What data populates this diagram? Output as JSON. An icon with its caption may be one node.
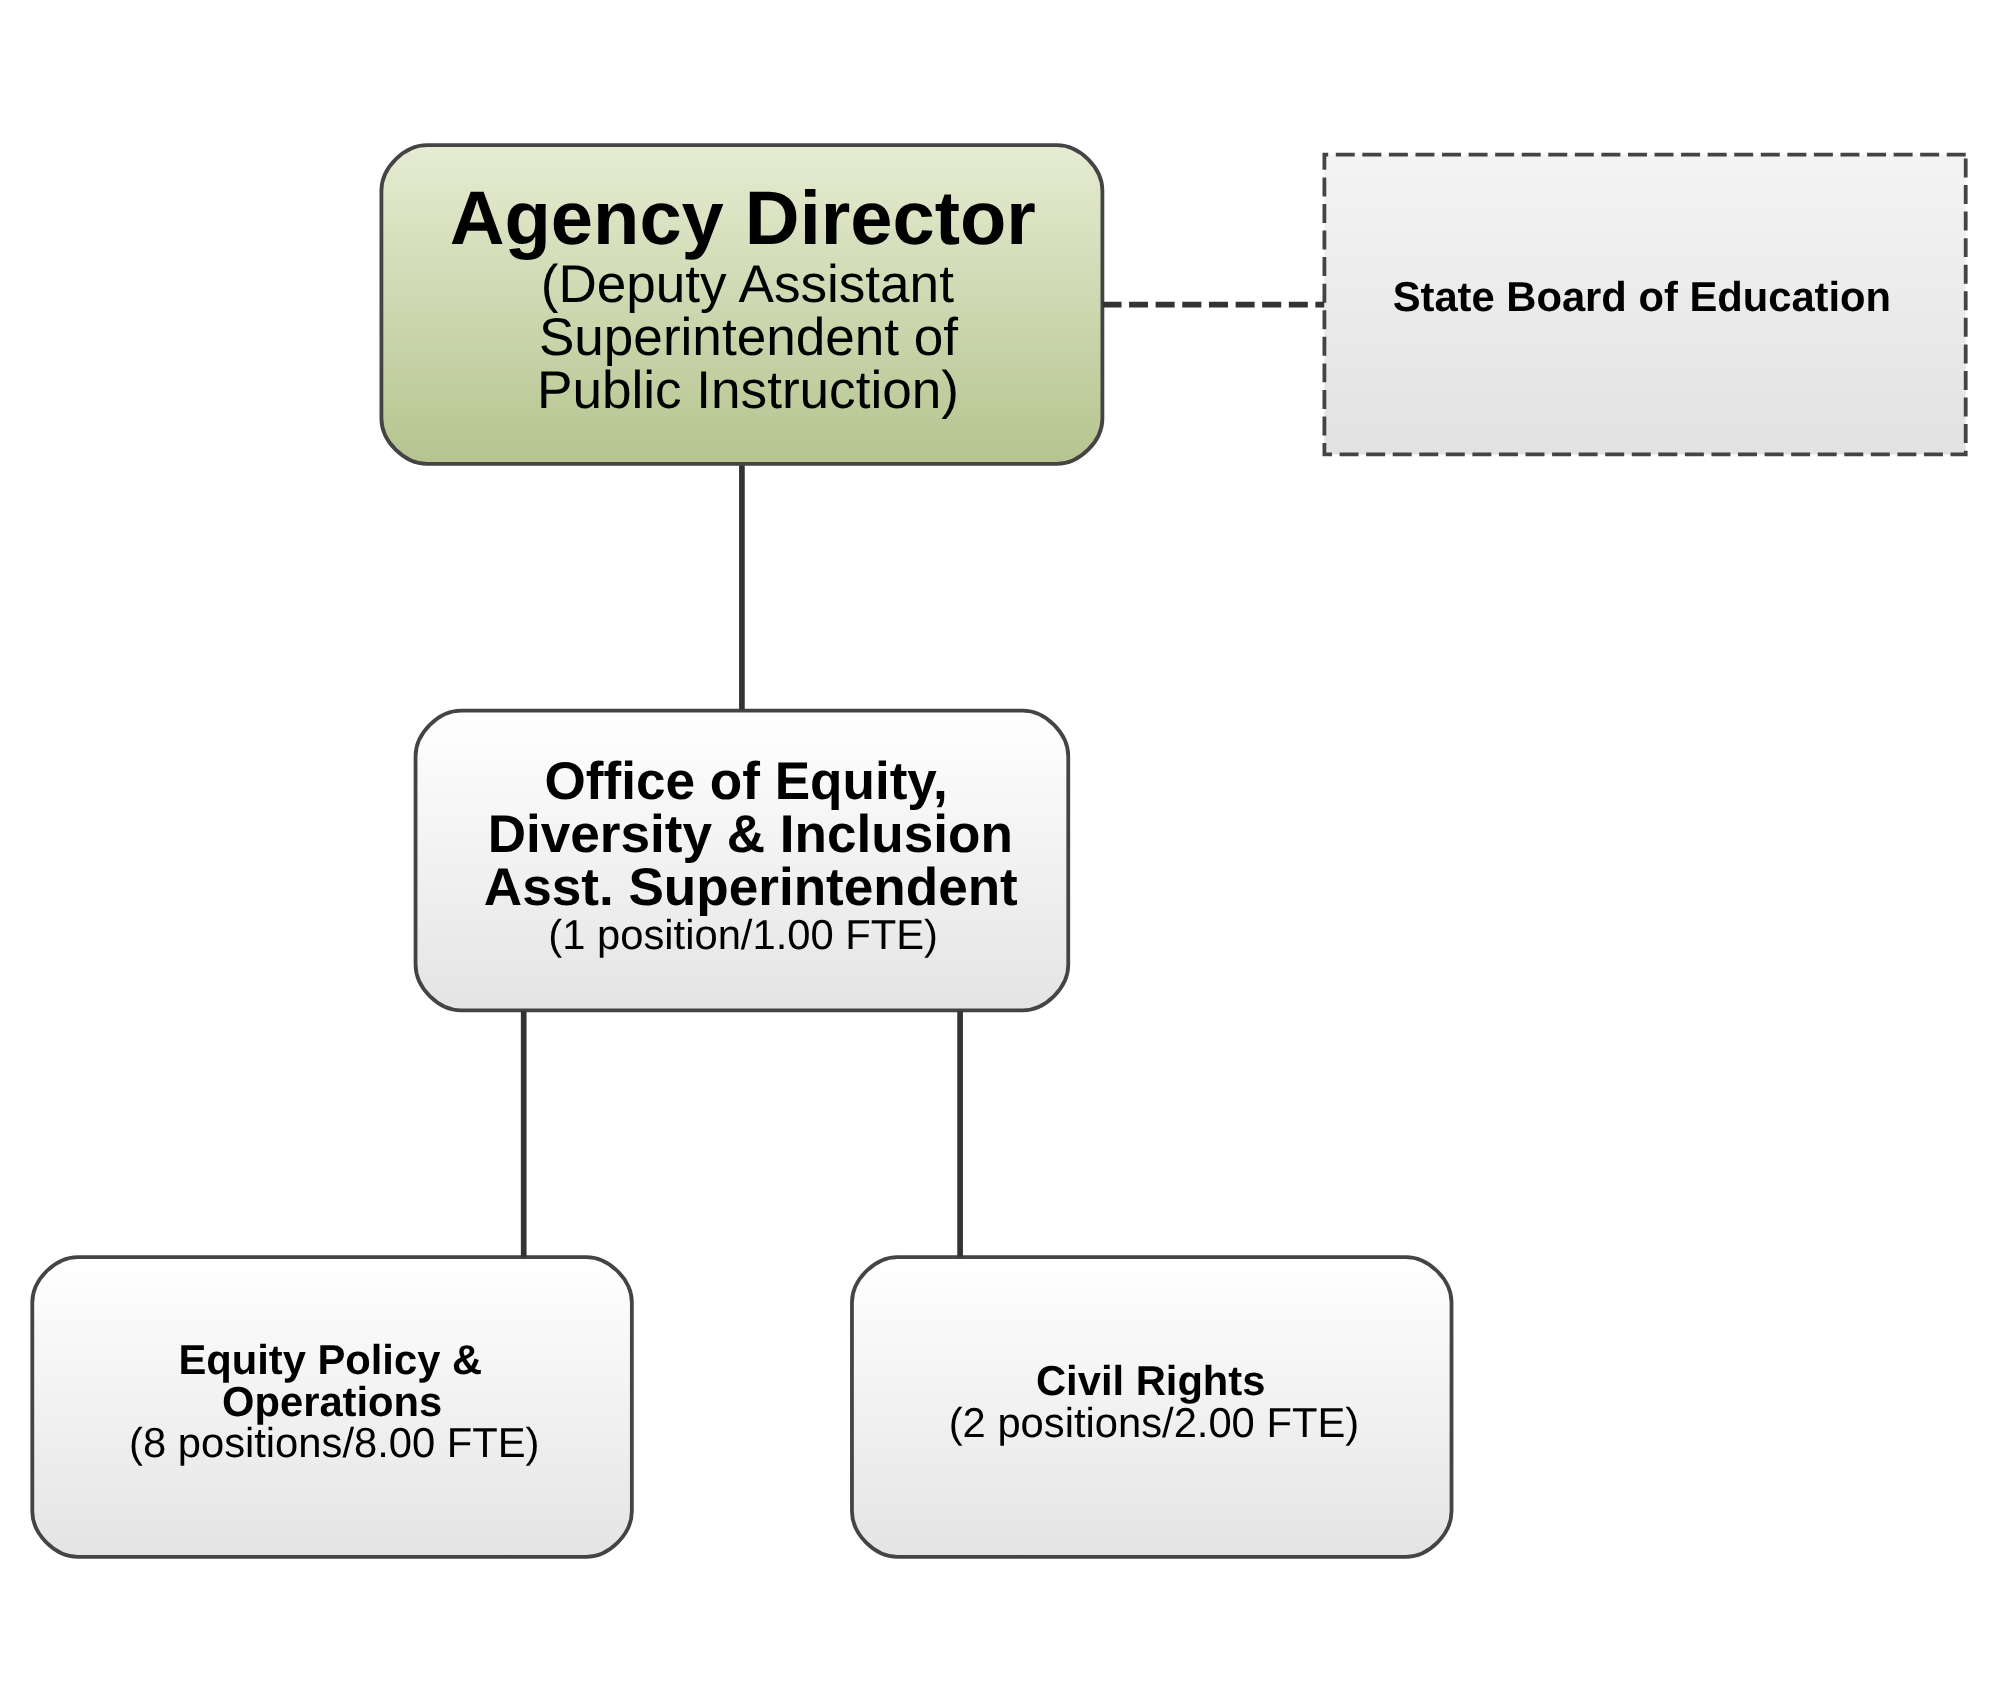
{
  "diagram": {
    "nodes": [
      {
        "text": [
          "Agency Director",
          "(Deputy Assistant Superintendent of Public Instruction)"
        ]
      },
      {
        "text": [
          "State Board of Education"
        ]
      },
      {
        "text": [
          "Office of Equity, Diversity & Inclusion Asst. Superintendent",
          "(1 position/1.00 FTE)"
        ]
      },
      {
        "text": [
          "Equity Policy & Operations",
          "(8 positions/8.00 FTE)"
        ]
      },
      {
        "text": [
          "Civil Rights",
          "(2 positions/2.00 FTE)"
        ]
      }
    ],
    "edges": [
      {
        "from": 0,
        "to": 1,
        "arrow": "none",
        "style": "dashed"
      },
      {
        "from": 0,
        "to": 2,
        "arrow": "none"
      },
      {
        "from": 2,
        "to": 3,
        "arrow": "none"
      },
      {
        "from": 2,
        "to": 4,
        "arrow": "none"
      }
    ]
  }
}
